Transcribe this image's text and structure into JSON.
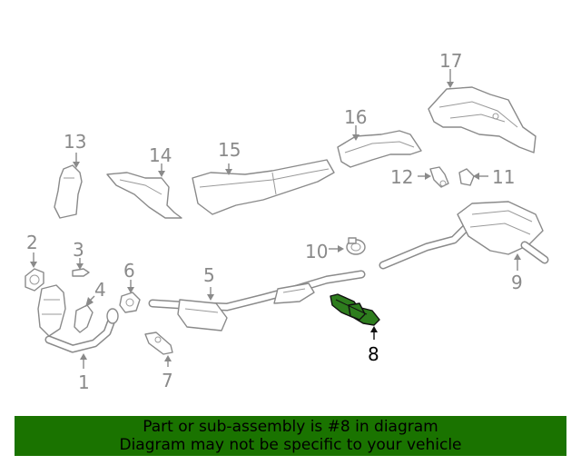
{
  "callouts": {
    "c1": "1",
    "c2": "2",
    "c3": "3",
    "c4": "4",
    "c5": "5",
    "c6": "6",
    "c7": "7",
    "c8": "8",
    "c9": "9",
    "c10": "10",
    "c11": "11",
    "c12": "12",
    "c13": "13",
    "c14": "14",
    "c15": "15",
    "c16": "16",
    "c17": "17"
  },
  "highlighted_part": "8",
  "colors": {
    "highlight_fill": "#2e7d1e",
    "banner_background": "#1a7300",
    "callout_gray": "#8a8a8a"
  },
  "banner": {
    "line1": "Part or sub-assembly is #8 in diagram",
    "line2": "Diagram may not be specific to your vehicle"
  }
}
